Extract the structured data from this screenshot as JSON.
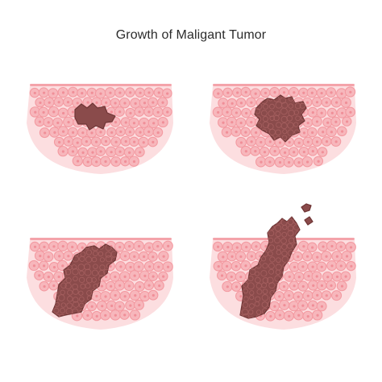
{
  "title": "Growth of Maligant Tumor",
  "colors": {
    "tissue": "#fbd3d6",
    "membrane": "#f4a3aa",
    "cell_outer": "#f39aa1",
    "cell_fill": "#f7b7bc",
    "nucleus": "#f08f98",
    "tumor": "#8a4b4b",
    "tumor_dark": "#6f3535",
    "tumor_cell": "#a66060"
  },
  "panels": [
    {
      "name": "stage-1-panel",
      "stage": 1
    },
    {
      "name": "stage-2-panel",
      "stage": 2
    },
    {
      "name": "stage-3-panel",
      "stage": 3
    },
    {
      "name": "stage-4-panel",
      "stage": 4
    }
  ]
}
